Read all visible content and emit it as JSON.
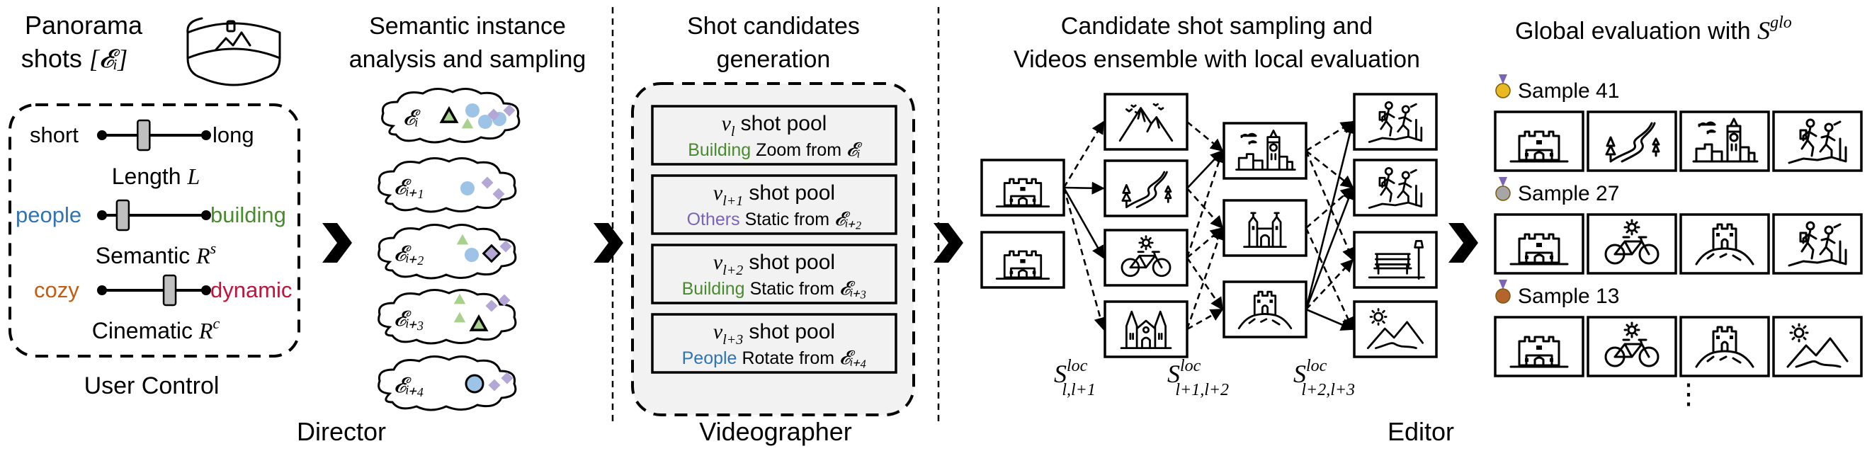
{
  "colors": {
    "blue": "#2f74b5",
    "green": "#4a8a2e",
    "purple": "#7b64b5",
    "orange": "#c55a11",
    "crimson": "#c0143c",
    "tri_fill": "#a9d18e",
    "circle_fill": "#9dc3e6",
    "diamond_fill": "#b4a7d6",
    "pool_bg": "#f2f2f2",
    "gold": "#e8b923",
    "silver": "#a6a6a6",
    "bronze": "#b5652b"
  },
  "director": {
    "title_line1": "Panorama",
    "title_line2": "shots",
    "shots_symbol": "[𝓔ᵢ]",
    "length": {
      "left": "short",
      "right": "long",
      "label": "Length",
      "symbol": "L",
      "level": 0.4
    },
    "semantic": {
      "left": "people",
      "right": "building",
      "label": "Semantic",
      "symbol": "R",
      "sup": "s",
      "level": 0.2
    },
    "cinematic": {
      "left": "cozy",
      "right": "dynamic",
      "label": "Cinematic",
      "symbol": "R",
      "sup": "c",
      "level": 0.65
    },
    "user_control": "User Control",
    "instance_title_line1": "Semantic instance",
    "instance_title_line2": "analysis and sampling",
    "clouds": [
      {
        "label": "𝓔ᵢ"
      },
      {
        "label": "𝓔ᵢ₊₁"
      },
      {
        "label": "𝓔ᵢ₊₂"
      },
      {
        "label": "𝓔ᵢ₊₃"
      },
      {
        "label": "𝓔ᵢ₊₄"
      }
    ],
    "section_label": "Director"
  },
  "videographer": {
    "title_line1": "Shot candidates",
    "title_line2": "generation",
    "pools": [
      {
        "symbol": "v",
        "sub": "l",
        "title_rest": "shot pool",
        "category": "Building",
        "category_color": "green",
        "motion": "Zoom from",
        "source": "𝓔ᵢ"
      },
      {
        "symbol": "v",
        "sub": "l+1",
        "title_rest": "shot pool",
        "category": "Others",
        "category_color": "purple",
        "motion": "Static from",
        "source": "𝓔ᵢ₊₂"
      },
      {
        "symbol": "v",
        "sub": "l+2",
        "title_rest": "shot pool",
        "category": "Building",
        "category_color": "green",
        "motion": "Static from",
        "source": "𝓔ᵢ₊₃"
      },
      {
        "symbol": "v",
        "sub": "l+3",
        "title_rest": "shot pool",
        "category": "People",
        "category_color": "blue",
        "motion": "Rotate from",
        "source": "𝓔ᵢ₊₄"
      }
    ],
    "section_label": "Videographer"
  },
  "editor": {
    "title_line1": "Candidate shot sampling and",
    "title_line2": "Videos ensemble with local evaluation",
    "col1_icons": [
      "castle-icon",
      "castle-icon"
    ],
    "col2_icons": [
      "mountain-icon",
      "road-icon",
      "bicycle-icon",
      "cathedral-icon"
    ],
    "col3_icons": [
      "town-icon",
      "church-icon",
      "castle-hill-icon"
    ],
    "col4_icons": [
      "hikers-icon",
      "hikers-icon",
      "bench-icon",
      "mountain-sun-icon"
    ],
    "local_scores": [
      {
        "symbol": "S",
        "sup": "loc",
        "sub": "l,l+1"
      },
      {
        "symbol": "S",
        "sup": "loc",
        "sub": "l+1,l+2"
      },
      {
        "symbol": "S",
        "sup": "loc",
        "sub": "l+2,l+3"
      }
    ],
    "section_label": "Editor"
  },
  "global": {
    "title": "Global evaluation with",
    "symbol": "S",
    "sup": "glo",
    "samples": [
      {
        "label": "Sample 41",
        "medal": "gold",
        "icons": [
          "castle-icon",
          "road-icon",
          "town-icon",
          "hikers-icon"
        ]
      },
      {
        "label": "Sample 27",
        "medal": "silver",
        "icons": [
          "castle-icon",
          "bicycle-icon",
          "castle-hill-icon",
          "hikers-icon"
        ]
      },
      {
        "label": "Sample 13",
        "medal": "bronze",
        "icons": [
          "castle-icon",
          "bicycle-icon",
          "castle-hill-icon",
          "mountain-sun-icon"
        ]
      }
    ],
    "ellipsis": "⋮"
  }
}
